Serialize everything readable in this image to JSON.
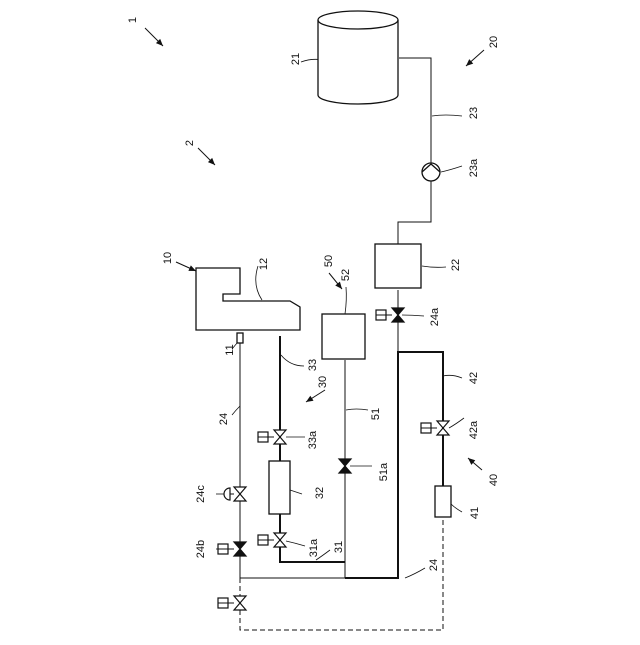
{
  "labels": {
    "system": "1",
    "plant": "2",
    "boiler": "10",
    "burner": "11",
    "flue": "12",
    "supply_system": "20",
    "tank": "21",
    "unit22": "22",
    "line23": "23",
    "pump23a": "23a",
    "line24_upper": "24",
    "line24_lower": "24",
    "valve24a": "24a",
    "valve24b": "24b",
    "valve24c": "24c",
    "subsystem30": "30",
    "line31": "31",
    "valve31a": "31a",
    "unit32": "32",
    "line33": "33",
    "valve33a": "33a",
    "subsystem40": "40",
    "unit41": "41",
    "line42": "42",
    "valve42a": "42a",
    "subsystem50": "50",
    "line51": "51",
    "valve51a": "51a",
    "unit52": "52"
  }
}
